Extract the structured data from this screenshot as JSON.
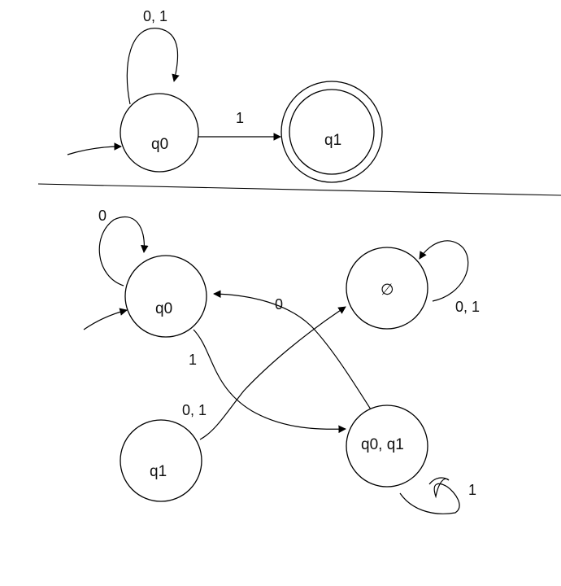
{
  "nfa": {
    "states": {
      "q0": "q0",
      "q1": "q1"
    },
    "edges": {
      "q0_self": "0, 1",
      "q0_q1": "1"
    }
  },
  "dfa": {
    "states": {
      "q0": "q0",
      "empty": "∅",
      "q1": "q1",
      "q0q1": "q0, q1"
    },
    "edges": {
      "q0_self": "0",
      "q0_to_q0q1": "1",
      "q0q1_to_q0": "0",
      "q1_to_empty": "0, 1",
      "empty_self": "0, 1",
      "q0q1_self": "1"
    }
  }
}
